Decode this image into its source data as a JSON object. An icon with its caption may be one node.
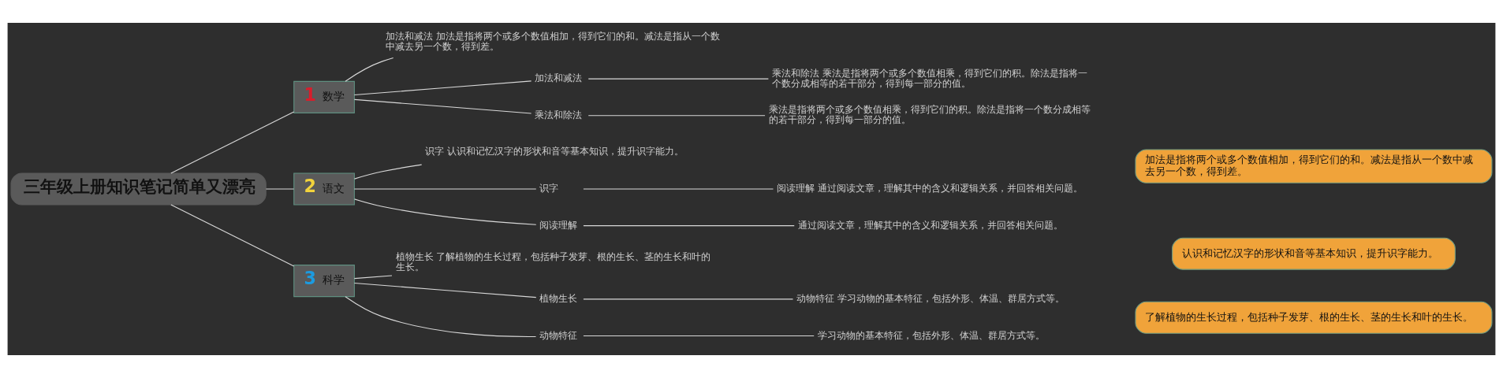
{
  "diagram": {
    "nodes": [
      {
        "text": [
          "三年级上册知识笔记简单又漂亮"
        ]
      },
      {
        "text": [
          "1",
          "数学"
        ]
      },
      {
        "text": [
          "加法和减法 加法是指将两个或多个数值相加，得到它们的和。减法是指从一个数中减去另一个数，得到差。"
        ]
      },
      {
        "text": [
          "加法和减法"
        ]
      },
      {
        "text": [
          "乘法和除法 乘法是指将两个或多个数值相乘，得到它们的积。除法是指将一个数分成相等的若干部分，得到每一部分的值。"
        ]
      },
      {
        "text": [
          "乘法和除法"
        ]
      },
      {
        "text": [
          "乘法是指将两个或多个数值相乘，得到它们的积。除法是指将一个数分成相等的若干部分，得到每一部分的值。"
        ]
      },
      {
        "text": [
          "加法是指将两个或多个数值相加，得到它们的和。减法是指从一个数中减去另一个数，得到差。"
        ]
      },
      {
        "text": [
          "2",
          "语文"
        ]
      },
      {
        "text": [
          "识字 认识和记忆汉字的形状和音等基本知识，提升识字能力。"
        ]
      },
      {
        "text": [
          "识字"
        ]
      },
      {
        "text": [
          "阅读理解 通过阅读文章，理解其中的含义和逻辑关系，并回答相关问题。"
        ]
      },
      {
        "text": [
          "阅读理解"
        ]
      },
      {
        "text": [
          "通过阅读文章，理解其中的含义和逻辑关系，并回答相关问题。"
        ]
      },
      {
        "text": [
          "认识和记忆汉字的形状和音等基本知识，提升识字能力。"
        ]
      },
      {
        "text": [
          "3",
          "科学"
        ]
      },
      {
        "text": [
          "植物生长 了解植物的生长过程，包括种子发芽、根的生长、茎的生长和叶的生长。"
        ]
      },
      {
        "text": [
          "植物生长"
        ]
      },
      {
        "text": [
          "动物特征 学习动物的基本特征，包括外形、体温、群居方式等。"
        ]
      },
      {
        "text": [
          "动物特征"
        ]
      },
      {
        "text": [
          "学习动物的基本特征，包括外形、体温、群居方式等。"
        ]
      },
      {
        "text": [
          "了解植物的生长过程，包括种子发芽、根的生长、茎的生长和叶的生长。"
        ]
      }
    ],
    "edges": [
      {
        "from": 0,
        "to": 1,
        "arrow": "none"
      },
      {
        "from": 1,
        "to": 2,
        "arrow": "none"
      },
      {
        "from": 1,
        "to": 3,
        "arrow": "none"
      },
      {
        "from": 3,
        "to": 4,
        "arrow": "none"
      },
      {
        "from": 1,
        "to": 5,
        "arrow": "none"
      },
      {
        "from": 5,
        "to": 6,
        "arrow": "none"
      },
      {
        "from": 0,
        "to": 8,
        "arrow": "none"
      },
      {
        "from": 8,
        "to": 9,
        "arrow": "none"
      },
      {
        "from": 8,
        "to": 10,
        "arrow": "none"
      },
      {
        "from": 10,
        "to": 11,
        "arrow": "none"
      },
      {
        "from": 8,
        "to": 12,
        "arrow": "none"
      },
      {
        "from": 12,
        "to": 13,
        "arrow": "none"
      },
      {
        "from": 0,
        "to": 15,
        "arrow": "none"
      },
      {
        "from": 15,
        "to": 16,
        "arrow": "none"
      },
      {
        "from": 15,
        "to": 17,
        "arrow": "none"
      },
      {
        "from": 17,
        "to": 18,
        "arrow": "none"
      },
      {
        "from": 15,
        "to": 19,
        "arrow": "none"
      },
      {
        "from": 19,
        "to": 20,
        "arrow": "none"
      }
    ]
  }
}
